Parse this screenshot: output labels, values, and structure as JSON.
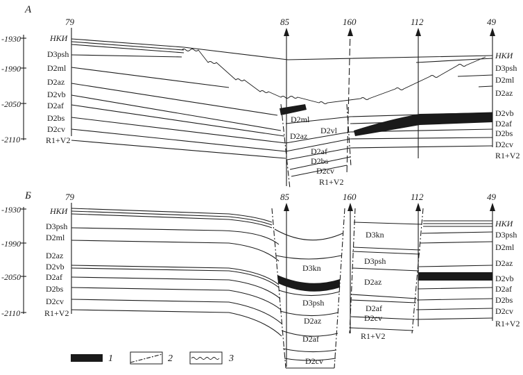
{
  "panels": {
    "top": {
      "letter": "A",
      "wells": [
        "79",
        "85",
        "160",
        "112",
        "49"
      ],
      "depth_ticks": [
        "-1930",
        "-1990",
        "-2050",
        "-2110"
      ],
      "left_labels": [
        "НКИ",
        "D3psh",
        "D2ml",
        "D2az",
        "D2vb",
        "D2af",
        "D2bs",
        "D2cv",
        "R1+V2"
      ],
      "center_labels": [
        "D2ml",
        "D2az",
        "D2vl",
        "D2af",
        "D2bs",
        "D2cv",
        "R1+V2"
      ],
      "right_labels": [
        "НКИ",
        "D3psh",
        "D2ml",
        "D2az",
        "D2vb",
        "D2af",
        "D2bs",
        "D2cv",
        "R1+V2"
      ]
    },
    "bottom": {
      "letter": "Б",
      "wells": [
        "79",
        "85",
        "160",
        "112",
        "49"
      ],
      "depth_ticks": [
        "-1930",
        "-1990",
        "-2050",
        "-2110"
      ],
      "left_labels": [
        "НКИ",
        "D3psh",
        "D2ml",
        "D2az",
        "D2vb",
        "D2af",
        "D2bs",
        "D2cv",
        "R1+V2"
      ],
      "block1_labels": [
        "D3kn",
        "D3psh",
        "D2az",
        "D2af",
        "D2cv"
      ],
      "block2_labels": [
        "D3kn",
        "D3psh",
        "D2az",
        "D2af",
        "D2cv",
        "R1+V2"
      ],
      "right_labels": [
        "НКИ",
        "D3psh",
        "D2ml",
        "D2az",
        "D2vb",
        "D2af",
        "D2bs",
        "D2cv",
        "R1+V2"
      ]
    }
  },
  "legend": [
    {
      "number": "1",
      "symbol": "solid-black-band"
    },
    {
      "number": "2",
      "symbol": "dash-dot-fault-line"
    },
    {
      "number": "3",
      "symbol": "wavy-erosion-line"
    }
  ],
  "colors": {
    "ink": "#1a1a1a",
    "paper": "#ffffff"
  }
}
